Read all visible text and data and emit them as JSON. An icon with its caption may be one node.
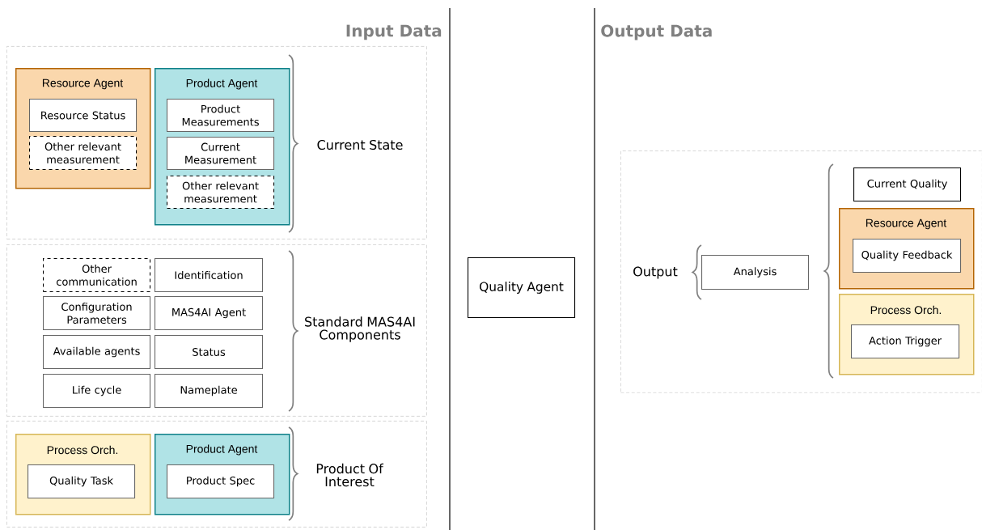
{
  "diagram": {
    "nodes": [
      {
        "text": [],
        "shape": "box"
      },
      {
        "text": [
          "Resource Agent"
        ],
        "in": 0
      },
      {
        "text": [
          "Resource Status"
        ],
        "in": 1
      },
      {
        "text": [
          "Other relevant measurement"
        ],
        "in": 1
      },
      {
        "text": [
          "Product Agent"
        ],
        "in": 0
      },
      {
        "text": [
          "Product Measurements"
        ],
        "in": 4
      },
      {
        "text": [
          "Current Measurement"
        ],
        "in": 4
      },
      {
        "text": [
          "Other relevant measurement"
        ],
        "in": 4
      },
      {
        "text": [],
        "shape": "box"
      },
      {
        "text": [
          "Other communication"
        ],
        "in": 8
      },
      {
        "text": [
          "Identification"
        ],
        "in": 8
      },
      {
        "text": [
          "Configuration Parameters"
        ],
        "in": 8
      },
      {
        "text": [
          "MAS4AI Agent"
        ],
        "in": 8
      },
      {
        "text": [
          "Available agents"
        ],
        "in": 8
      },
      {
        "text": [
          "Status"
        ],
        "in": 8
      },
      {
        "text": [
          "Life cycle"
        ],
        "in": 8
      },
      {
        "text": [
          "Nameplate"
        ],
        "in": 8
      },
      {
        "text": [],
        "shape": "box"
      },
      {
        "text": [
          "Process Orch."
        ],
        "in": 17
      },
      {
        "text": [
          "Quality Task"
        ],
        "in": 18
      },
      {
        "text": [
          "Product Agent"
        ],
        "in": 17
      },
      {
        "text": [
          "Product Spec"
        ],
        "in": 20
      },
      {
        "text": [
          "Quality Agent"
        ]
      },
      {
        "text": [],
        "shape": "box"
      },
      {
        "text": [
          "Analysis"
        ],
        "in": 23
      },
      {
        "text": [
          "Current Quality"
        ],
        "in": 23
      },
      {
        "text": [
          "Resource Agent"
        ],
        "in": 23
      },
      {
        "text": [
          "Quality Feedback"
        ],
        "in": 26
      },
      {
        "text": [
          "Process Orch."
        ],
        "in": 23
      },
      {
        "text": [
          "Action Trigger"
        ],
        "in": 28
      }
    ],
    "labels": [
      "Input Data",
      "Output Data",
      "Current State",
      "Standard MAS4AI Components",
      "Product Of Interest",
      "Output"
    ]
  }
}
